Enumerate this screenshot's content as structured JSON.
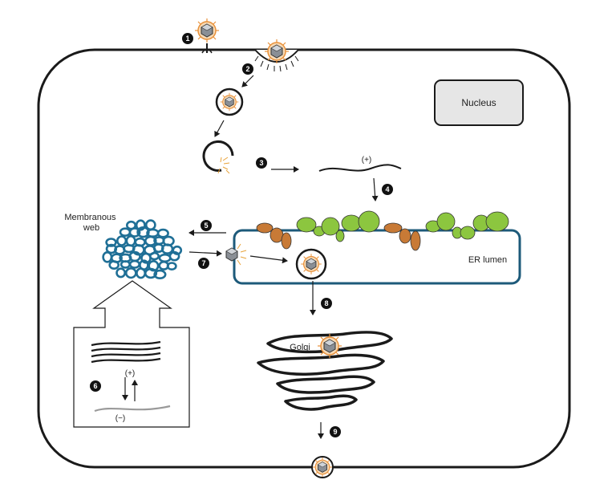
{
  "labels": {
    "nucleus": "Nucleus",
    "membranous_web": "Membranous web",
    "er_lumen": "ER lumen",
    "golgi": "Golgi",
    "plus_strand_top": "(+)",
    "plus_strand_box": "(+)",
    "minus_strand_box": "(−)"
  },
  "steps": [
    "1",
    "2",
    "3",
    "4",
    "5",
    "6",
    "7",
    "8",
    "9"
  ],
  "colors": {
    "outline": "#1a1a1a",
    "er_membrane": "#1d5a7a",
    "membranous_web": "#1f6f96",
    "ribosome_green": "#8cc63f",
    "protein_orange": "#c87a36",
    "nucleus_fill": "#e6e6e6",
    "minus_strand": "#9a9a9a",
    "virion_orange": "#e8913a"
  }
}
